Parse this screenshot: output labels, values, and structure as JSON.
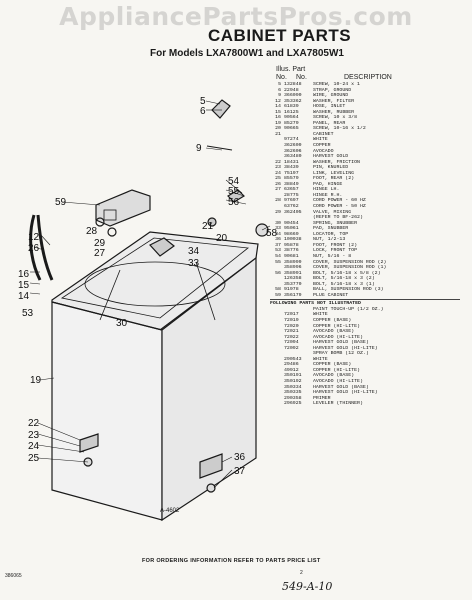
{
  "watermark": "AppliancePartsPros.com",
  "title": "CABINET PARTS",
  "models": "For Models LXA7800W1 and LXA7805W1",
  "header": {
    "illus": "Illus. Part",
    "no": "No.",
    "partno": "No.",
    "desc": "DESCRIPTION"
  },
  "parts": [
    {
      "no": "5",
      "pn": "132848",
      "desc": "SCREW, 10-24 x 1"
    },
    {
      "no": "6",
      "pn": "22948",
      "desc": "STRAP, GROUND"
    },
    {
      "no": "9",
      "pn": "366090",
      "desc": "WIRE, GROUND"
    },
    {
      "no": "12",
      "pn": "353362",
      "desc": "WASHER, FILTER"
    },
    {
      "no": "14",
      "pn": "61839",
      "desc": "HOSE, INLET"
    },
    {
      "no": "15",
      "pn": "16125",
      "desc": "WASHER, RUBBER"
    },
    {
      "no": "16",
      "pn": "90564",
      "desc": "SCREW, 10 x 3/8"
    },
    {
      "no": "19",
      "pn": "85279",
      "desc": "PANEL, REAR"
    },
    {
      "no": "20",
      "pn": "90665",
      "desc": "SCREW, 10-16 x 1/2"
    },
    {
      "no": "21",
      "pn": "",
      "desc": "CABINET"
    },
    {
      "no": "",
      "pn": "97274",
      "desc": "WHITE"
    },
    {
      "no": "",
      "pn": "362609",
      "desc": "COPPER"
    },
    {
      "no": "",
      "pn": "362606",
      "desc": "AVOCADO"
    },
    {
      "no": "",
      "pn": "363480",
      "desc": "HARVEST GOLD"
    },
    {
      "no": "22",
      "pn": "18431",
      "desc": "WASHER, FRICTION"
    },
    {
      "no": "23",
      "pn": "38439",
      "desc": "PIN, KNURLED"
    },
    {
      "no": "24",
      "pn": "75197",
      "desc": "LINK, LEVELING"
    },
    {
      "no": "25",
      "pn": "85579",
      "desc": "FOOT, REAR (2)"
    },
    {
      "no": "26",
      "pn": "38849",
      "desc": "PAD, HINGE"
    },
    {
      "no": "27",
      "pn": "63657",
      "desc": "HINGE LH."
    },
    {
      "no": "",
      "pn": "28775",
      "desc": "HINGE R.H."
    },
    {
      "no": "28",
      "pn": "97697",
      "desc": "CORD POWER - 60 HZ"
    },
    {
      "no": "",
      "pn": "63762",
      "desc": "CORD POWER - 50 HZ"
    },
    {
      "no": "29",
      "pn": "362405",
      "desc": "VALVE, MIXING"
    },
    {
      "no": "",
      "pn": "",
      "desc": "(REFER TO BF-262)"
    },
    {
      "no": "30",
      "pn": "90454",
      "desc": "SPRING, SNUBBER"
    },
    {
      "no": "33",
      "pn": "95061",
      "desc": "PAD, SNUBBER"
    },
    {
      "no": "34",
      "pn": "98669",
      "desc": "LOCATOR, TOP"
    },
    {
      "no": "36",
      "pn": "100038",
      "desc": "NUT, 1/2-13"
    },
    {
      "no": "37",
      "pn": "95878",
      "desc": "FOOT, FRONT (2)"
    },
    {
      "no": "53",
      "pn": "38776",
      "desc": "LOCK, FRONT TOP"
    },
    {
      "no": "54",
      "pn": "90681",
      "desc": "NUT, 5/16 - 8"
    },
    {
      "no": "55",
      "pn": "358999",
      "desc": "COVER, SUSPENSION ROD (2)"
    },
    {
      "no": "",
      "pn": "358996",
      "desc": "COVER, SUSPENSION ROD (1)"
    },
    {
      "no": "56",
      "pn": "358991",
      "desc": "BOLT, 5/16-18 x 5/8 (2)"
    },
    {
      "no": "",
      "pn": "126358",
      "desc": "BOLT, 5/16-18 x 3 (2)"
    },
    {
      "no": "",
      "pn": "353770",
      "desc": "BOLT, 5/16-18 x 3 (1)"
    },
    {
      "no": "58",
      "pn": "91978",
      "desc": "BALL, SUSPENSION ROD (3)"
    },
    {
      "no": "59",
      "pn": "356179",
      "desc": "PLUG CABINET"
    }
  ],
  "following": "FOLLOWING PARTS NOT ILLUSTRATED",
  "extras": [
    {
      "pn": "",
      "desc": "PAINT TOUCH-UP (1/2 OZ.)"
    },
    {
      "pn": "72017",
      "desc": "WHITE"
    },
    {
      "pn": "72019",
      "desc": "COPPER (BASE)"
    },
    {
      "pn": "72020",
      "desc": "COPPER (HI-LITE)"
    },
    {
      "pn": "72021",
      "desc": "AVOCADO (BASE)"
    },
    {
      "pn": "72022",
      "desc": "AVOCADO (HI-LITE)"
    },
    {
      "pn": "72094",
      "desc": "HARVEST GOLD (BASE)"
    },
    {
      "pn": "72092",
      "desc": "HARVEST GOLD (HI-LITE)"
    },
    {
      "pn": "",
      "desc": "SPRAY BOMB (12 OZ.)"
    },
    {
      "pn": "290543",
      "desc": "WHITE"
    },
    {
      "pn": "29486",
      "desc": "COPPER (BASE)"
    },
    {
      "pn": "49912",
      "desc": "COPPER (HI-LITE)"
    },
    {
      "pn": "350191",
      "desc": "AVOCADO (BASE)"
    },
    {
      "pn": "350192",
      "desc": "AVOCADO (HI-LITE)"
    },
    {
      "pn": "350334",
      "desc": "HARVEST GOLD (BASE)"
    },
    {
      "pn": "350335",
      "desc": "HARVEST GOLD (HI-LITE)"
    },
    {
      "pn": "290358",
      "desc": "PRIMER"
    },
    {
      "pn": "296925",
      "desc": "LEVELER (THINNER)"
    }
  ],
  "callouts": [
    "5",
    "6",
    "9",
    "54",
    "55",
    "56",
    "59",
    "58",
    "21",
    "20",
    "12",
    "26",
    "28",
    "29",
    "27",
    "34",
    "33",
    "16",
    "15",
    "14",
    "53",
    "30",
    "19",
    "22",
    "23",
    "24",
    "25",
    "36",
    "37"
  ],
  "figure_id": "A-4602",
  "footer": "FOR ORDERING INFORMATION REFER TO PARTS PRICE LIST",
  "page_number": "2",
  "doc_number": "386065",
  "handwritten": "549-A-10"
}
